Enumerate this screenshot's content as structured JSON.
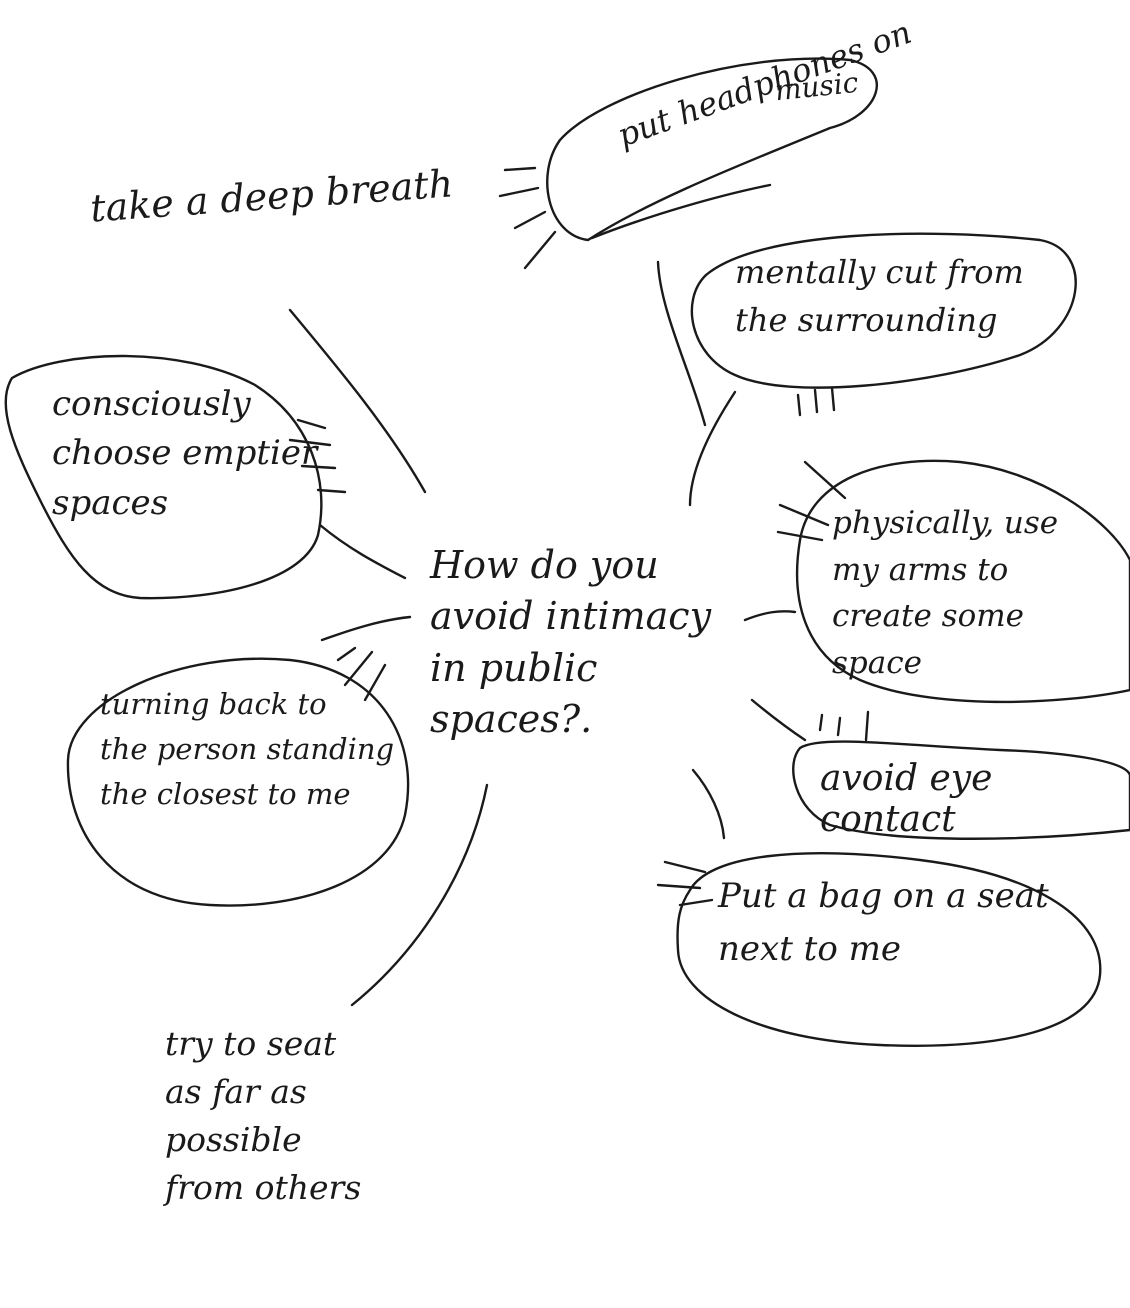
{
  "diagram": {
    "central_question": "How do you\navoid intimacy\nin public spaces?.",
    "nodes": {
      "breath": "take a deep breath",
      "headphones": "put headphones on",
      "headphones_sub": "music",
      "mentally": "mentally cut from\nthe surrounding",
      "consciously": "consciously\nchoose emptier\nspaces",
      "physically": "physically, use\nmy arms to\ncreate some space",
      "eye": "avoid eye contact",
      "turning": "turning back to\nthe person standing\nthe closest to me",
      "bag": "Put a bag on a seat\nnext to me",
      "seat": "try to seat\nas far as possible\nfrom others"
    }
  },
  "colors": {
    "ink": "#1a1a1a",
    "paper": "#ffffff"
  }
}
